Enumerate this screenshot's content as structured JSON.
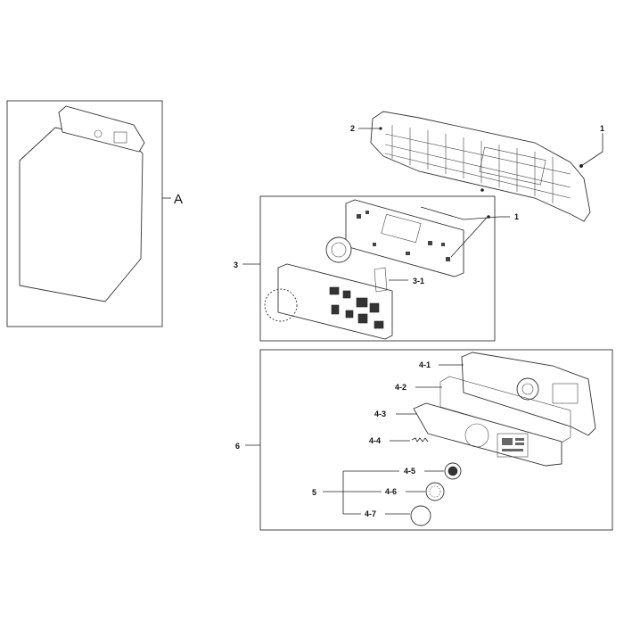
{
  "diagram": {
    "view_label": "A",
    "callouts": {
      "c1_top": "1",
      "c2": "2",
      "c1_board": "1",
      "c3": "3",
      "c3_1": "3-1",
      "c6": "6",
      "c4_1": "4-1",
      "c4_2": "4-2",
      "c4_3": "4-3",
      "c4_4": "4-4",
      "c4_5": "4-5",
      "c5": "5",
      "c4_6": "4-6",
      "c4_7": "4-7"
    }
  }
}
